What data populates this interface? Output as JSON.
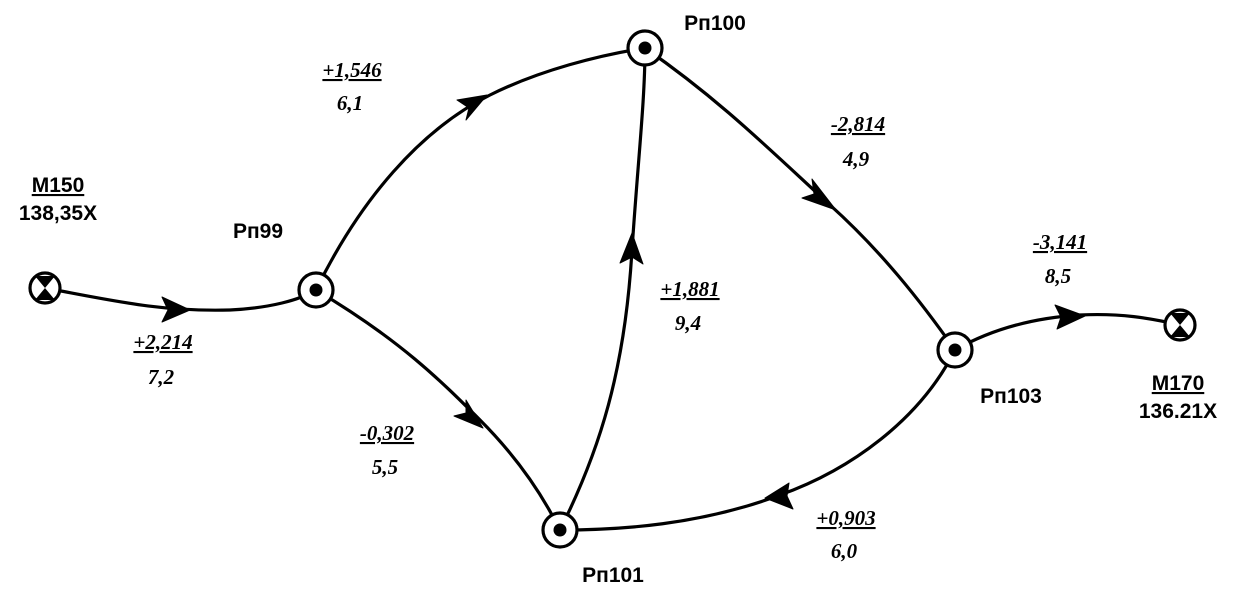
{
  "benchmarks": {
    "m150": {
      "name": "M150",
      "elevation": "138,35X"
    },
    "m170": {
      "name": "M170",
      "elevation": "136.21X"
    }
  },
  "stations": {
    "rp99": "Рп99",
    "rp100": "Рп100",
    "rp101": "Рп101",
    "rp103": "Рп103"
  },
  "edges": {
    "m150_rp99": {
      "diff": "+2,214",
      "length": "7,2"
    },
    "rp99_rp100": {
      "diff": "+1,546",
      "length": "6,1"
    },
    "rp100_rp103": {
      "diff": "-2,814",
      "length": "4,9"
    },
    "rp103_m170": {
      "diff": "-3,141",
      "length": "8,5"
    },
    "rp101_rp100": {
      "diff": "+1,881",
      "length": "9,4"
    },
    "rp99_rp101": {
      "diff": "-0,302",
      "length": "5,5"
    },
    "rp103_rp101": {
      "diff": "+0,903",
      "length": "6,0"
    }
  }
}
